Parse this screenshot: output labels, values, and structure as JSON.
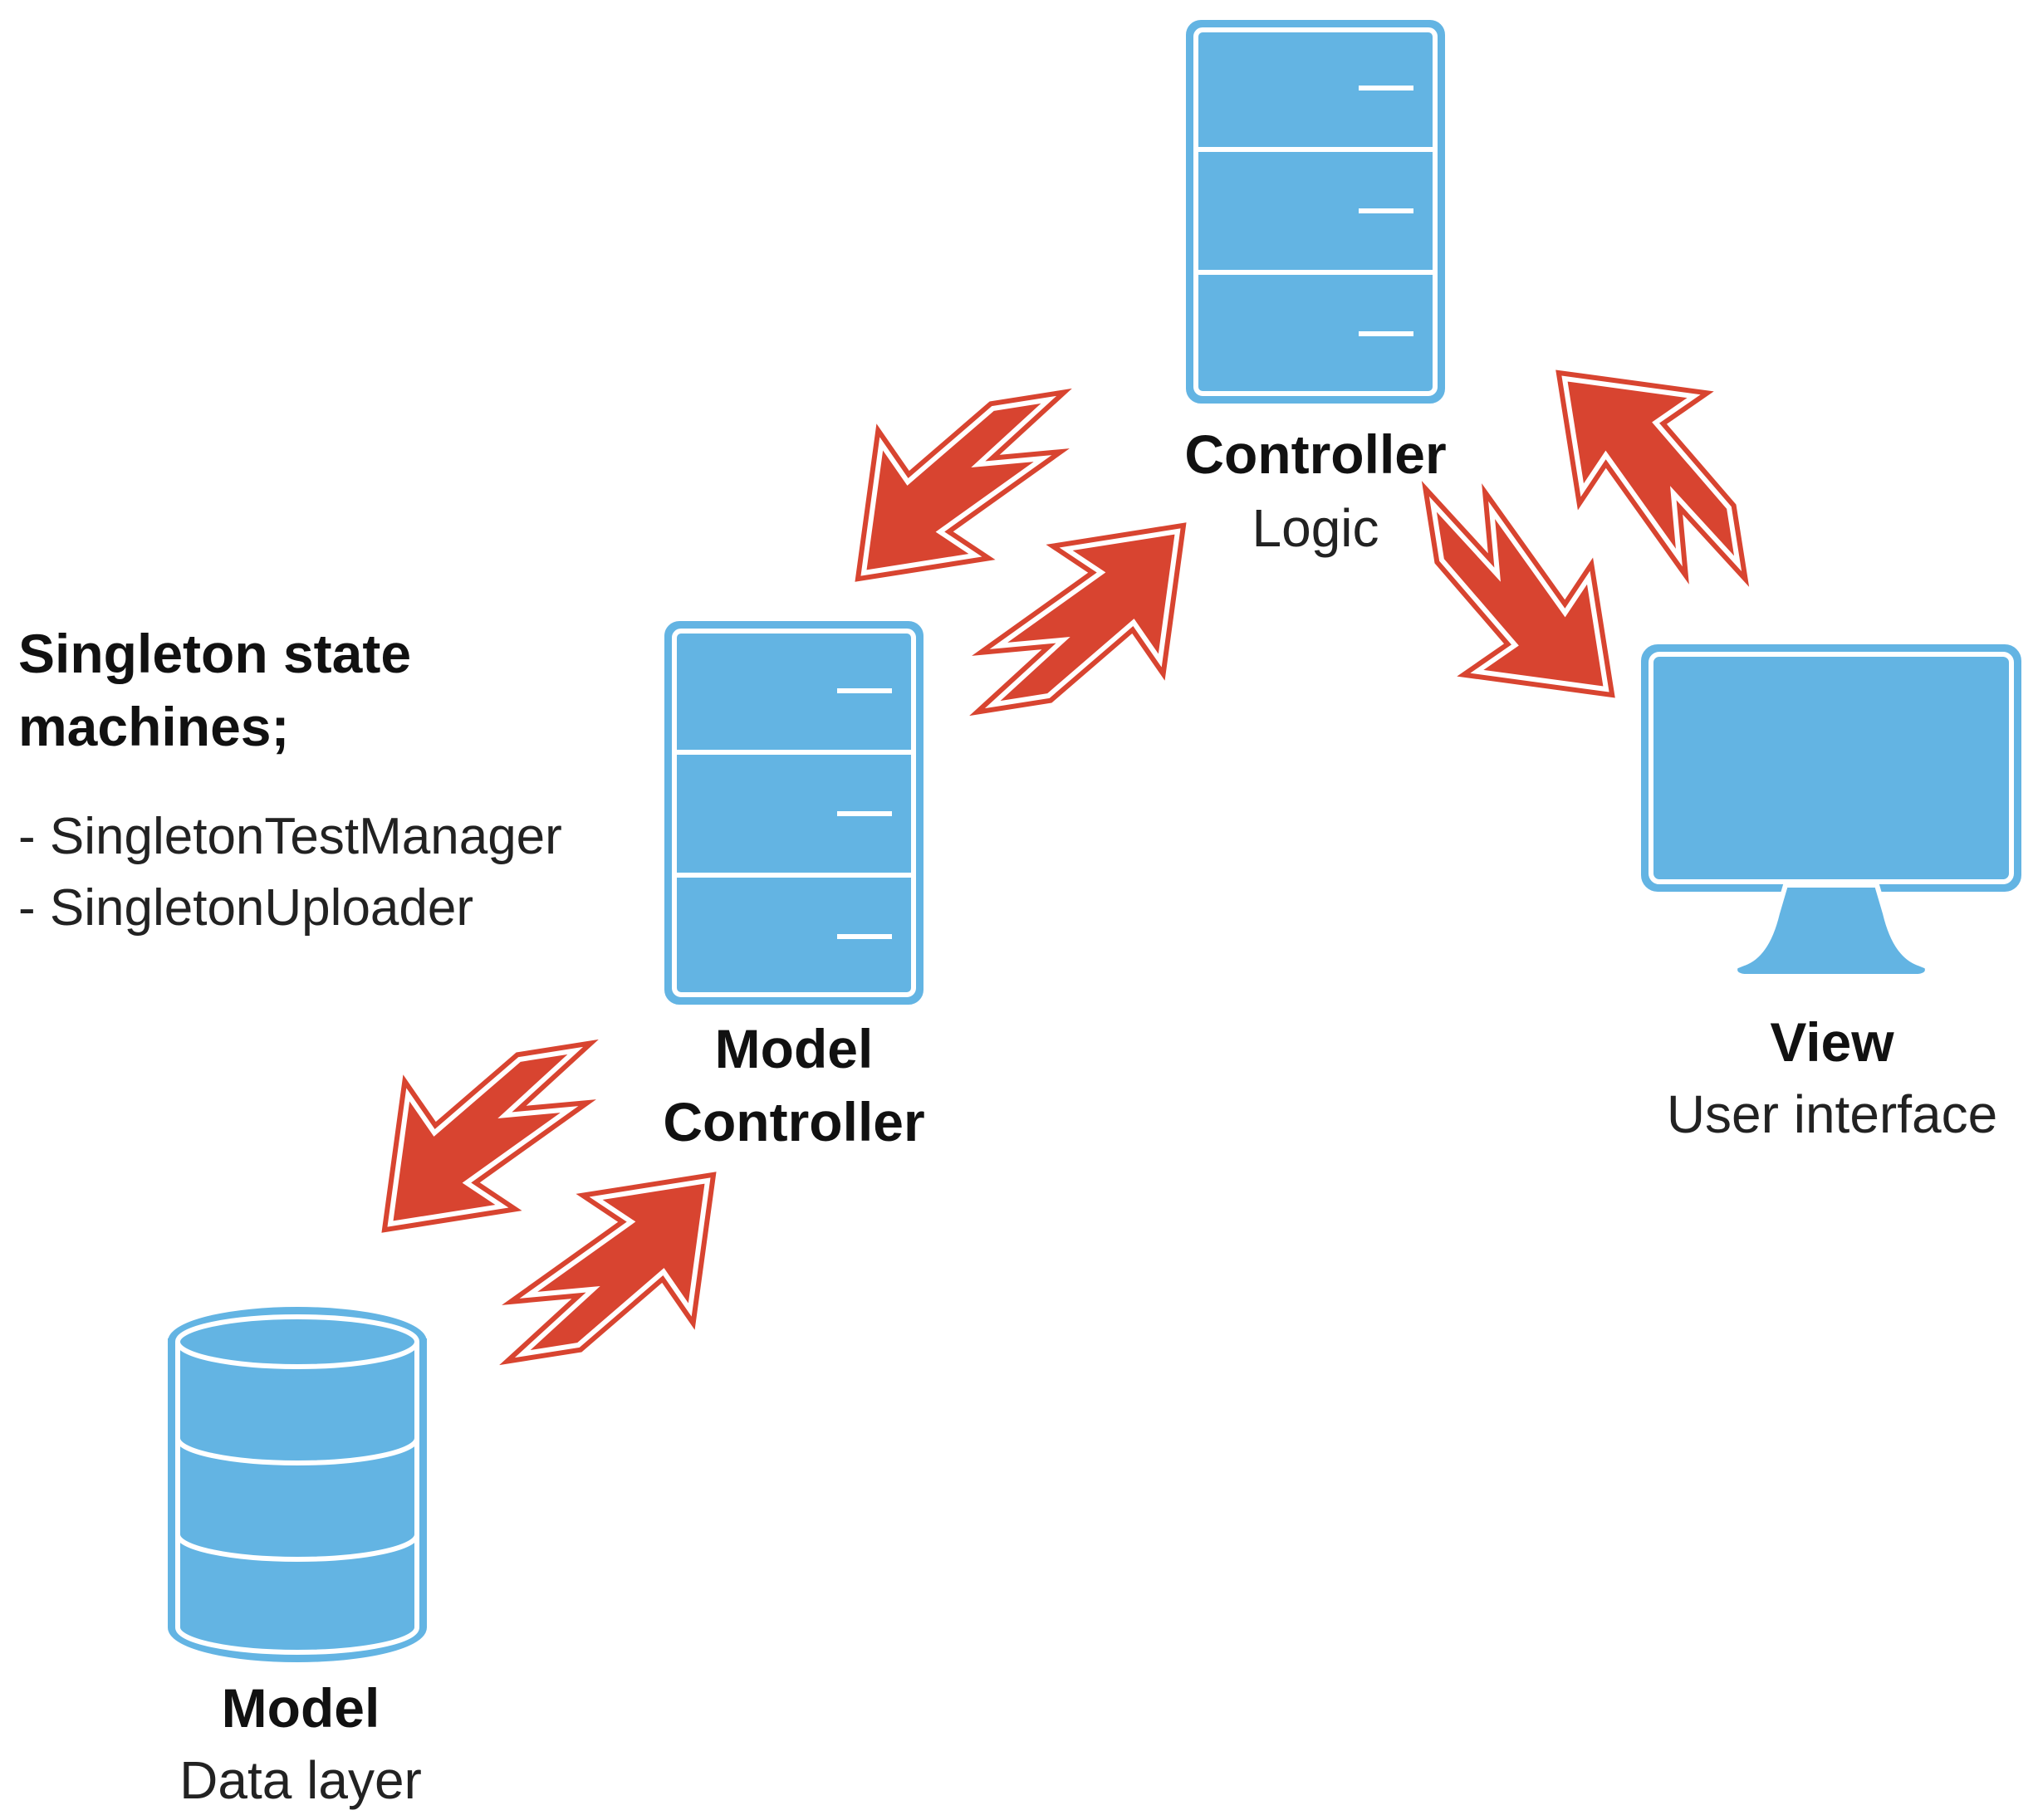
{
  "colors": {
    "node_fill": "#63b4e3",
    "node_stroke": "#63b4e3",
    "node_inner_line": "#ffffff",
    "arrow_fill": "#d84430",
    "arrow_outline": "#d84430",
    "text": "#111111",
    "background": "#ffffff"
  },
  "notes": {
    "heading_line1": "Singleton state",
    "heading_line2": "machines;",
    "items": [
      "- SingletonTestManager",
      "- SingletonUploader"
    ]
  },
  "nodes": {
    "controller": {
      "icon": "server-icon",
      "title": "Controller",
      "subtitle": "Logic"
    },
    "model_controller": {
      "icon": "server-icon",
      "title_line1": "Model",
      "title_line2": "Controller"
    },
    "view": {
      "icon": "monitor-icon",
      "title": "View",
      "subtitle": "User interface"
    },
    "model": {
      "icon": "database-icon",
      "title": "Model",
      "subtitle": "Data layer"
    }
  },
  "arrows": [
    {
      "from": "controller",
      "to": "model_controller"
    },
    {
      "from": "model_controller",
      "to": "controller"
    },
    {
      "from": "controller",
      "to": "view"
    },
    {
      "from": "view",
      "to": "controller"
    },
    {
      "from": "model_controller",
      "to": "model"
    },
    {
      "from": "model",
      "to": "model_controller"
    }
  ]
}
